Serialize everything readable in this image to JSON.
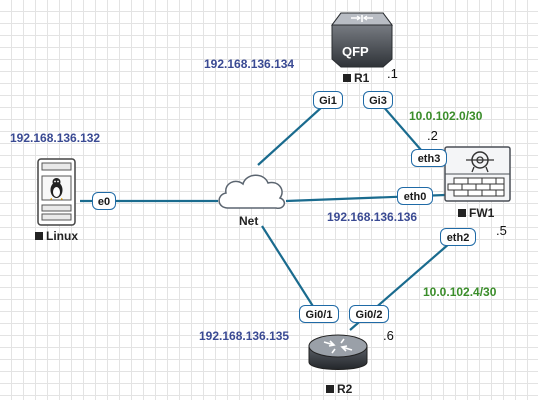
{
  "nodes": {
    "r1": {
      "name": "R1",
      "badge": "QFP",
      "octet": ".1"
    },
    "fw1": {
      "name": "FW1"
    },
    "r2": {
      "name": "R2"
    },
    "linux": {
      "name": "Linux"
    },
    "net": {
      "name": "Net"
    }
  },
  "interfaces": {
    "r1_gi1": "Gi1",
    "r1_gi3": "Gi3",
    "fw1_eth3": "eth3",
    "fw1_eth0": "eth0",
    "fw1_eth2": "eth2",
    "linux_e0": "e0",
    "r2_gi01": "Gi0/1",
    "r2_gi02": "Gi0/2"
  },
  "addresses": {
    "r1_ip": "192.168.136.134",
    "linux_ip": "192.168.136.132",
    "fw1_ip": "192.168.136.136",
    "r2_ip": "192.168.136.135",
    "subnet_r1_fw1": "10.0.102.0/30",
    "subnet_fw1_r2": "10.0.102.4/30"
  },
  "octets": {
    "fw1_eth3": ".2",
    "fw1_eth2": ".5",
    "r2_gi02": ".6"
  },
  "colors": {
    "link": "#1a6b8e",
    "ip_text": "#3a4a93",
    "subnet_text": "#3a8d2a",
    "iface_border": "#1f6aa6"
  }
}
